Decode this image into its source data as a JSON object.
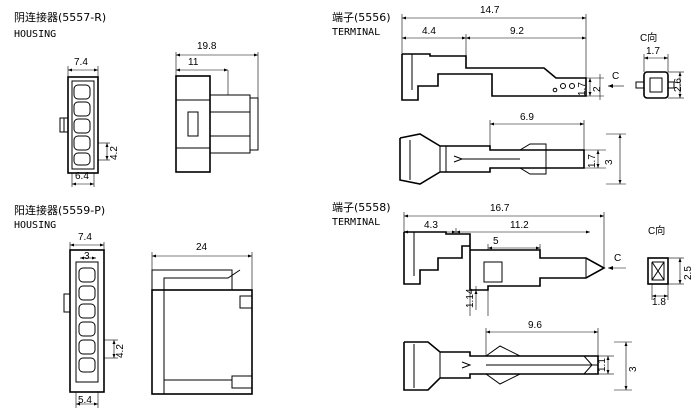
{
  "titles": {
    "t5557_cn": "阴连接器(5557-R)",
    "t5557_en": "HOUSING",
    "t5559_cn": "阳连接器(5559-P)",
    "t5559_en": "HOUSING",
    "t5556_cn": "端子(5556)",
    "t5556_en": "TERMINAL",
    "t5558_cn": "端子(5558)",
    "t5558_en": "TERMINAL"
  },
  "dims": {
    "d5557_w": "7.4",
    "d5557_l": "19.8",
    "d5557_b": "11",
    "d5557_p": "4.2",
    "d5557_base": "6.4",
    "d5559_w": "7.4",
    "d5559_i": "3",
    "d5559_l": "24",
    "d5559_p": "4.2",
    "d5559_base": "5.4",
    "d5556_l": "14.7",
    "d5556_a": "4.4",
    "d5556_b": "9.2",
    "d5556_h1": "1.7",
    "d5556_h2": "2",
    "d5556_c": "C",
    "d5556_view": "C向",
    "d5556_cw": "1.7",
    "d5556_ch": "2.6",
    "d5556_top": "6.9",
    "d5556_th1": "1.7",
    "d5556_th2": "3",
    "d5558_l": "16.7",
    "d5558_a": "4.3",
    "d5558_b": "11.2",
    "d5558_s": "5",
    "d5558_h": "1.14",
    "d5558_c": "C",
    "d5558_view": "C向",
    "d5558_ch": "2.5",
    "d5558_cw": "1.8",
    "d5558_top": "9.6",
    "d5558_th1": "1.1",
    "d5558_th2": "3"
  }
}
